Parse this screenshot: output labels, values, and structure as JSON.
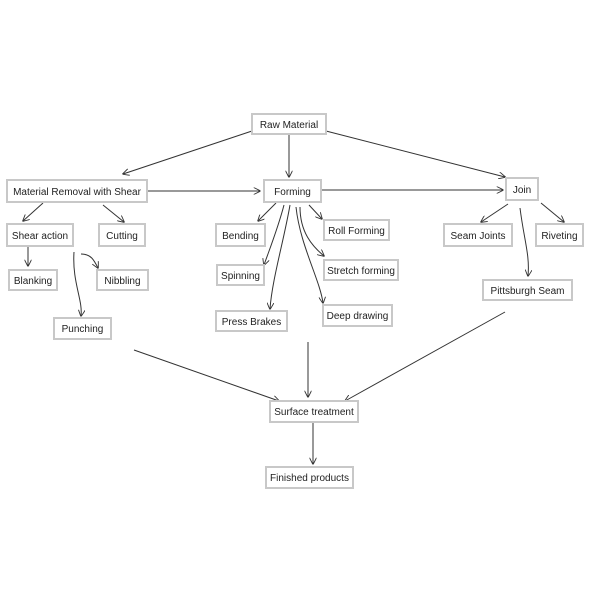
{
  "nodes": {
    "raw_material": "Raw Material",
    "material_removal": "Material Removal with Shear",
    "forming": "Forming",
    "join": "Join",
    "shear_action": "Shear action",
    "cutting": "Cutting",
    "blanking": "Blanking",
    "nibbling": "Nibbling",
    "punching": "Punching",
    "bending": "Bending",
    "spinning": "Spinning",
    "press_brakes": "Press Brakes",
    "roll_forming": "Roll Forming",
    "stretch_forming": "Stretch forming",
    "deep_drawing": "Deep drawing",
    "seam_joints": "Seam Joints",
    "riveting": "Riveting",
    "pittsburgh_seam": "Pittsburgh Seam",
    "surface_treatment": "Surface treatment",
    "finished_products": "Finished products"
  },
  "edges": [
    [
      "raw_material",
      "material_removal"
    ],
    [
      "raw_material",
      "forming"
    ],
    [
      "raw_material",
      "join"
    ],
    [
      "material_removal",
      "forming"
    ],
    [
      "forming",
      "join"
    ],
    [
      "material_removal",
      "shear_action"
    ],
    [
      "material_removal",
      "cutting"
    ],
    [
      "shear_action",
      "blanking"
    ],
    [
      "shear_action",
      "nibbling"
    ],
    [
      "shear_action",
      "punching"
    ],
    [
      "forming",
      "bending"
    ],
    [
      "forming",
      "spinning"
    ],
    [
      "forming",
      "press_brakes"
    ],
    [
      "forming",
      "roll_forming"
    ],
    [
      "forming",
      "stretch_forming"
    ],
    [
      "forming",
      "deep_drawing"
    ],
    [
      "join",
      "seam_joints"
    ],
    [
      "join",
      "riveting"
    ],
    [
      "join",
      "pittsburgh_seam"
    ],
    [
      "punching",
      "surface_treatment"
    ],
    [
      "press_brakes",
      "surface_treatment"
    ],
    [
      "pittsburgh_seam",
      "surface_treatment"
    ],
    [
      "surface_treatment",
      "finished_products"
    ]
  ]
}
